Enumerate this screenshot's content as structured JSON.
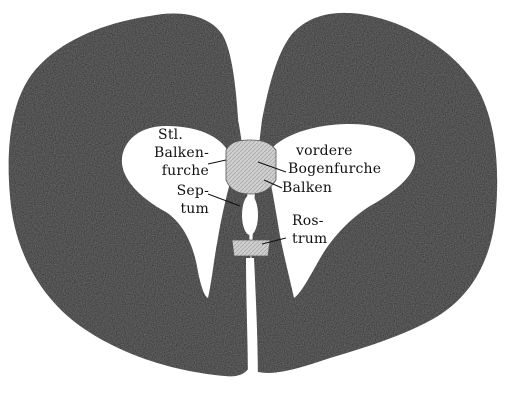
{
  "colors": {
    "tissue": "#1b1b1b",
    "cavity": "#ffffff",
    "callosum": "#c4c4c4",
    "label": "#111111"
  },
  "labels": {
    "stl": "Stl.",
    "balken_1": "Balken-",
    "furche": "furche",
    "sep": "Sep-",
    "tum": "tum",
    "vordere": "vordere",
    "bogenfurche": "Bogenfurche",
    "balken": "Balken",
    "ros": "Ros-",
    "trum": "trum"
  }
}
